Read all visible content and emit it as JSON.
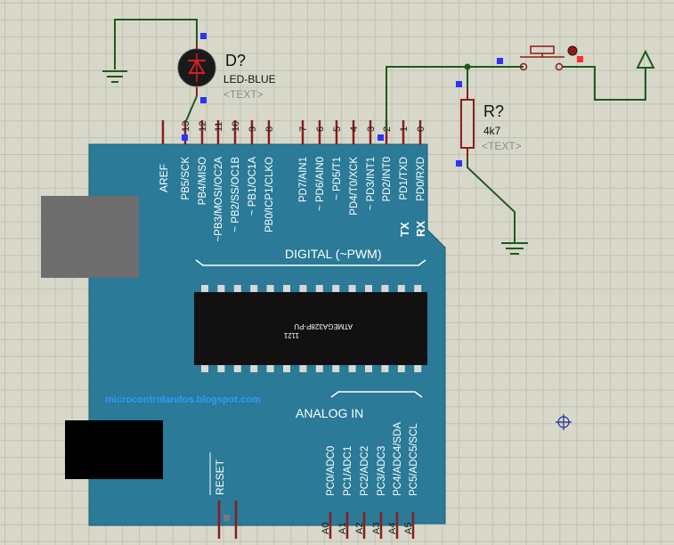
{
  "board": {
    "digital_pins_top": [
      {
        "num": "13",
        "label": "PB5/SCK"
      },
      {
        "num": "12",
        "label": "PB4/MISO"
      },
      {
        "num": "11",
        "label": "~PB3/MOSI/OC2A"
      },
      {
        "num": "10",
        "label": "~ PB2/SS/OC1B"
      },
      {
        "num": "9",
        "label": "~ PB1/OC1A"
      },
      {
        "num": "8",
        "label": "PB0/ICP1/CLKO"
      },
      {
        "num": "7",
        "label": "PD7/AIN1"
      },
      {
        "num": "6",
        "label": "~ PD6/AIN0"
      },
      {
        "num": "5",
        "label": "~ PD5/T1"
      },
      {
        "num": "4",
        "label": "PD4/T0/XCK"
      },
      {
        "num": "3",
        "label": "~ PD3/INT1"
      },
      {
        "num": "2",
        "label": "PD2/INT0"
      },
      {
        "num": "1",
        "label": "PD1/TXD"
      },
      {
        "num": "0",
        "label": "PD0/RXD"
      }
    ],
    "aref_label": "AREF",
    "tx_label": "TX",
    "rx_label": "RX",
    "digital_label": "DIGITAL (~PWM)",
    "chip_label": "ATMEGA328P-PU",
    "chip_sub": "1121",
    "blog_text": "microcontrolandos.blogspot.com",
    "analog_label": "ANALOG IN",
    "reset_label": "RESET",
    "analog_pins": [
      {
        "num": "A0",
        "label": "PC0/ADC0"
      },
      {
        "num": "A1",
        "label": "PC1/ADC1"
      },
      {
        "num": "A2",
        "label": "PC2/ADC2"
      },
      {
        "num": "A3",
        "label": "PC3/ADC3"
      },
      {
        "num": "A4",
        "label": "PC4/ADC4/SDA"
      },
      {
        "num": "A5",
        "label": "PC5/ADC5/SCL"
      }
    ],
    "colors": {
      "board": "#2a7a98",
      "chip": "#111111",
      "pin": "#8c1c1c"
    }
  },
  "led": {
    "ref": "D?",
    "value": "LED-BLUE",
    "text": "<TEXT>"
  },
  "resistor": {
    "ref": "R?",
    "value": "4k7",
    "text": "<TEXT>"
  },
  "colors": {
    "wire": "#1e5a1e",
    "grid": "#c2c2b2",
    "background": "#d8d8ca",
    "handle": "#2a33ff",
    "red_pin": "#ff2b2b"
  }
}
